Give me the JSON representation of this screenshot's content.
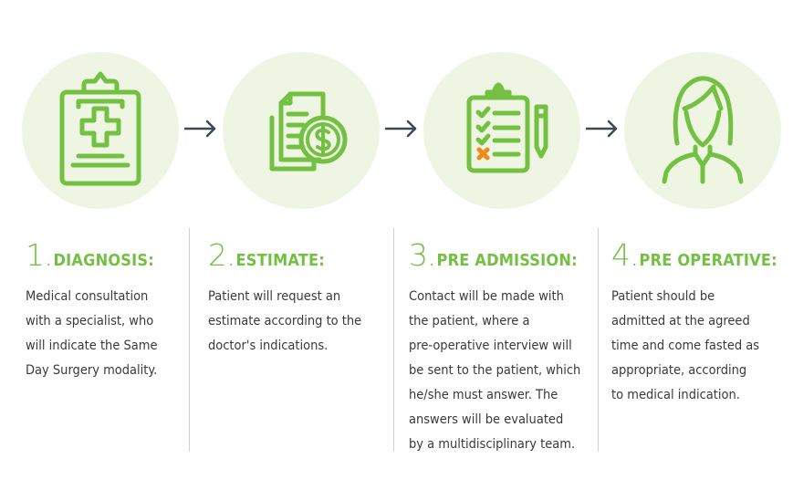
{
  "colors": {
    "accent": "#74c043",
    "circle_bg": "#eef5e3",
    "orange": "#f08a1c",
    "text": "#3a3a3a",
    "arrow": "#3d4a55"
  },
  "steps": [
    {
      "number": "1.",
      "title": "DIAGNOSIS:",
      "icon": "clipboard-medical-icon",
      "lines": [
        "Medical consultation",
        "with a specialist, who",
        "will indicate the Same",
        "Day Surgery modality."
      ]
    },
    {
      "number": "2.",
      "title": "ESTIMATE:",
      "icon": "invoice-dollar-icon",
      "lines": [
        "Patient will request an",
        "estimate according to the",
        "doctor's indications."
      ]
    },
    {
      "number": "3.",
      "title": "PRE ADMISSION:",
      "icon": "checklist-pencil-icon",
      "lines": [
        "Contact will be made with",
        "the patient, where a",
        "pre-operative interview will",
        "be sent to the patient, which",
        "he/she must answer. The",
        "answers will be evaluated",
        "by a multidisciplinary team."
      ]
    },
    {
      "number": "4.",
      "title": "PRE OPERATIVE:",
      "icon": "patient-woman-icon",
      "lines": [
        "Patient should be",
        "admitted at the agreed",
        "time and come fasted as",
        "appropriate, according",
        "to medical indication."
      ]
    }
  ]
}
